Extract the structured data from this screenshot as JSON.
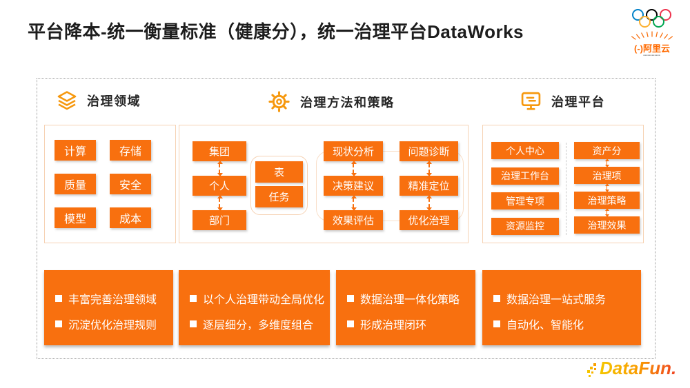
{
  "title": "平台降本-统一衡量标准（健康分），统一治理平台DataWorks",
  "brand": {
    "alicloud_mark": "(-)",
    "alicloud_name": "阿里云",
    "alicloud_fineprint": "■■■■■■■■■■■■",
    "datafun": "DataFun."
  },
  "sections": [
    {
      "label": "治理领域",
      "icon": "layers-icon",
      "boxes": [
        "计算",
        "存储",
        "质量",
        "安全",
        "模型",
        "成本"
      ]
    },
    {
      "label": "治理方法和策略",
      "icon": "gear-icon",
      "org": [
        "集团",
        "个人",
        "部门"
      ],
      "objects": [
        "表",
        "任务"
      ],
      "process": [
        "现状分析",
        "决策建议",
        "效果评估"
      ],
      "actions": [
        "问题诊断",
        "精准定位",
        "优化治理"
      ]
    },
    {
      "label": "治理平台",
      "icon": "monitor-icon",
      "left": [
        "个人中心",
        "治理工作台",
        "管理专项",
        "资源监控"
      ],
      "chain": [
        "资产分",
        "治理项",
        "治理策略",
        "治理效果"
      ]
    }
  ],
  "highlights": [
    {
      "bullets": [
        "丰富完善治理领域",
        "沉淀优化治理规则"
      ]
    },
    {
      "bullets": [
        "以个人治理带动全局优化",
        "逐层细分，多维度组合"
      ]
    },
    {
      "bullets": [
        "数据治理一体化策略",
        "形成治理闭环"
      ]
    },
    {
      "bullets": [
        "数据治理一站式服务",
        "自动化、智能化"
      ]
    }
  ],
  "colors": {
    "accent": "#F8700F",
    "icon_orange": "#F6980E",
    "panel_border": "#F6D2B3",
    "alicloud_orange": "#FF6A00",
    "ring_blue": "#0081C8",
    "ring_black": "#000000",
    "ring_red": "#EE334E",
    "ring_yellow": "#FCB131",
    "ring_green": "#00A651",
    "datafun_gradient": [
      "#F4C700",
      "#F99C00",
      "#EF4123"
    ]
  }
}
